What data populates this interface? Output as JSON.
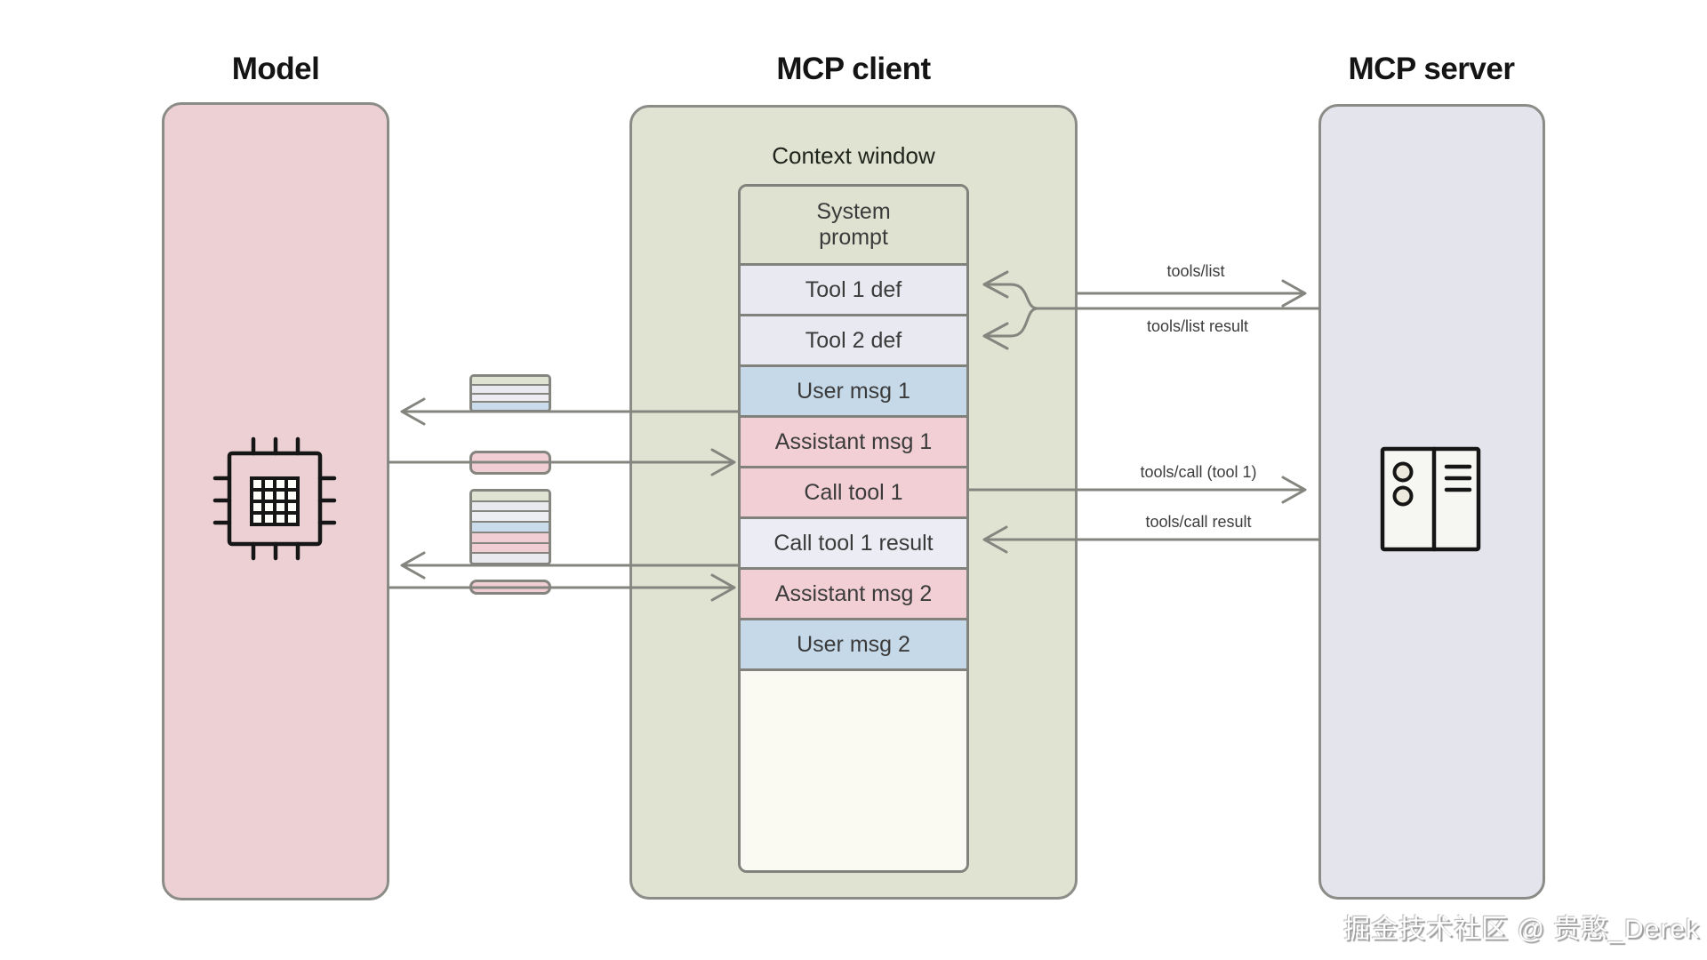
{
  "titles": {
    "model": "Model",
    "client": "MCP client",
    "server": "MCP server"
  },
  "context_window": {
    "label": "Context window",
    "rows": [
      {
        "label": "System prompt",
        "type": "system"
      },
      {
        "label": "Tool 1 def",
        "type": "tool-def"
      },
      {
        "label": "Tool 2 def",
        "type": "tool-def"
      },
      {
        "label": "User msg 1",
        "type": "user"
      },
      {
        "label": "Assistant msg 1",
        "type": "assistant"
      },
      {
        "label": "Call tool 1",
        "type": "assistant"
      },
      {
        "label": "Call tool 1 result",
        "type": "tool-result"
      },
      {
        "label": "Assistant msg 2",
        "type": "assistant"
      },
      {
        "label": "User msg 2",
        "type": "user"
      }
    ]
  },
  "protocol_arrows": {
    "tools_list": "tools/list",
    "tools_list_result": "tools/list result",
    "tools_call": "tools/call (tool 1)",
    "tools_call_result": "tools/call result"
  },
  "icons": {
    "model": "chip-icon",
    "server": "server-rack-icon"
  },
  "colors": {
    "model_box": "#ecd0d4",
    "client_box": "#e0e2d2",
    "server_box": "#e4e4ec",
    "tool_def_row": "#e9e9f1",
    "user_msg_row": "#c6d9e9",
    "assistant_msg_row": "#f1cfd5",
    "tool_result_row": "#ebecf4",
    "empty_context": "#fbfaf2",
    "stroke": "#85857f"
  },
  "watermark": "掘金技术社区 @ 贵憨_Derek"
}
